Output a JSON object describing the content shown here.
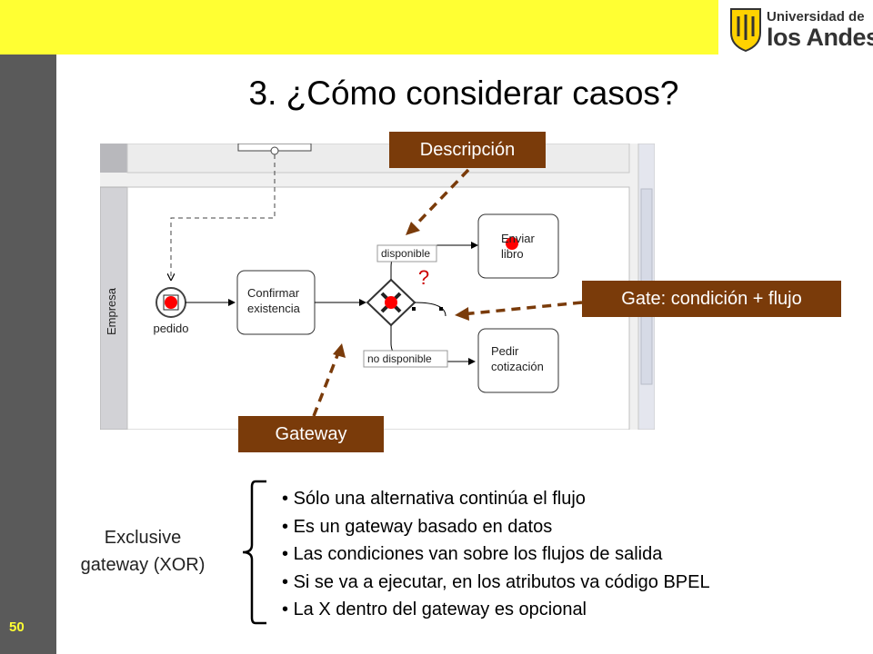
{
  "page_number": "50",
  "logo": {
    "line1": "Universidad de",
    "line2": "los Andes"
  },
  "title": "3. ¿Cómo considerar casos?",
  "diagram": {
    "lane_label": "Empresa",
    "start_event_label": "pedido",
    "task1": [
      "Confirmar",
      "existencia"
    ],
    "task2": [
      "Enviar",
      "libro"
    ],
    "task3": [
      "Pedir",
      "cotización"
    ],
    "flow_label_top": "disponible",
    "flow_label_bottom": "no disponible",
    "question_mark": "?"
  },
  "callouts": {
    "descripcion": "Descripción",
    "gate": "Gate: condición + flujo",
    "gateway": "Gateway"
  },
  "xor_label": {
    "line1": "Exclusive",
    "line2": "gateway (XOR)"
  },
  "bullets": [
    "Sólo una alternativa continúa el flujo",
    "Es un gateway basado en datos",
    "Las condiciones van sobre los flujos de salida",
    "Si se va a ejecutar, en los atributos va código BPEL",
    "La X dentro del gateway es opcional"
  ],
  "colors": {
    "accent_yellow": "#ffff33",
    "callout_brown": "#7a3b0a",
    "sidebar_gray": "#5a5a5a",
    "marker_red": "#ff0000"
  }
}
